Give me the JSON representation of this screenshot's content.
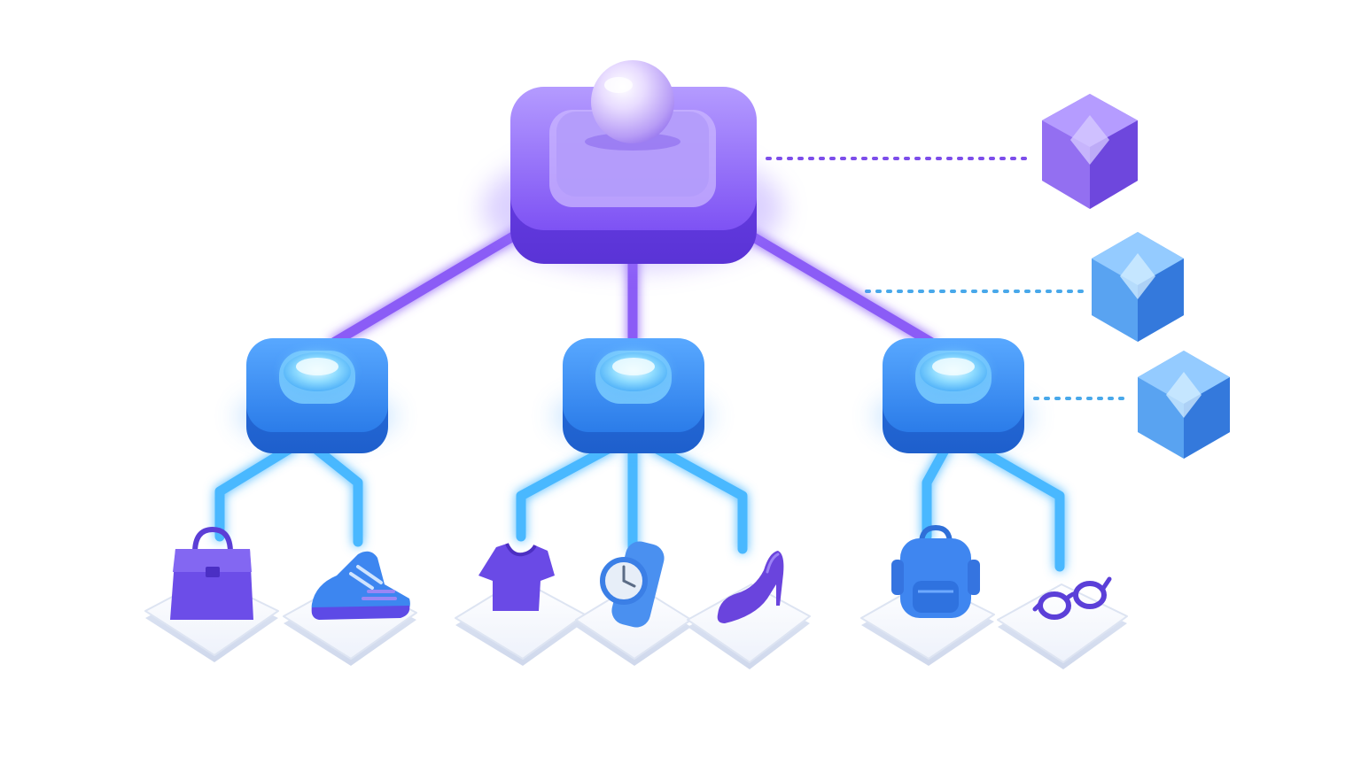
{
  "colors": {
    "background": "#ffffff",
    "root_node": "#7a4df2",
    "root_node_light": "#a98cff",
    "category_node": "#2f86ee",
    "category_node_light": "#8fd9ff",
    "root_link": "#8b5cf6",
    "category_link": "#4ab8ff",
    "item_tile": "#e8edf8",
    "gem_purple": "#8a63f0",
    "gem_blue": "#4b9bf0"
  },
  "root": {
    "icon": "sphere-icon"
  },
  "categories": [
    {
      "icon": "lens-icon",
      "items": [
        {
          "icon": "handbag-icon",
          "color": "#6c4de8"
        },
        {
          "icon": "sneaker-icon",
          "color": "#3d86f0"
        }
      ]
    },
    {
      "icon": "lens-icon",
      "items": [
        {
          "icon": "tshirt-icon",
          "color": "#6a4ae6"
        },
        {
          "icon": "watch-icon",
          "color": "#4a90f0"
        },
        {
          "icon": "high-heel-icon",
          "color": "#6a44dd"
        }
      ]
    },
    {
      "icon": "lens-icon",
      "items": [
        {
          "icon": "backpack-icon",
          "color": "#3f86f0"
        },
        {
          "icon": "glasses-icon",
          "color": "#5b3fd8"
        }
      ]
    }
  ],
  "side_gems": [
    {
      "icon": "gem-cube-icon",
      "color": "#8a63f0",
      "link_color": "#7c4dea",
      "linked_to": "root"
    },
    {
      "icon": "gem-cube-icon",
      "color": "#4b9bf0",
      "link_color": "#48a8ea",
      "linked_to": "root-link"
    },
    {
      "icon": "gem-cube-icon",
      "color": "#4b9bf0",
      "link_color": "#48a8ea",
      "linked_to": "category-3"
    }
  ]
}
